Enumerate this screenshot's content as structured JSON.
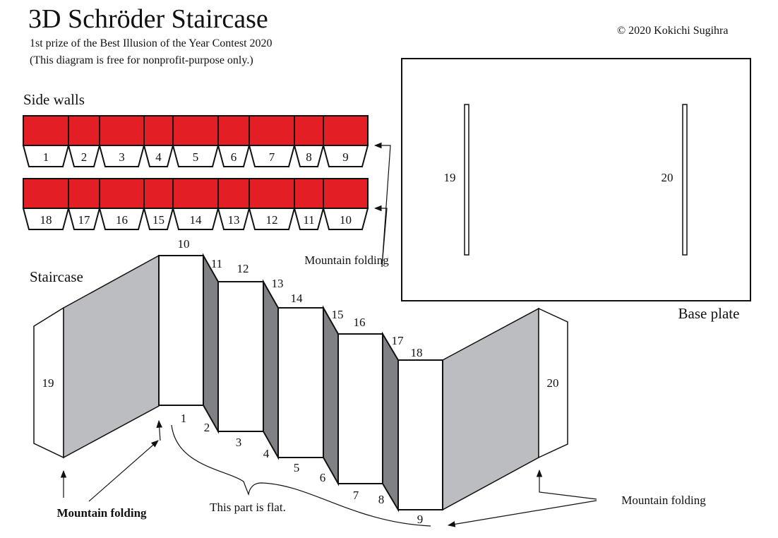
{
  "header": {
    "title": "3D Schröder Staircase",
    "subtitle": "1st prize of the Best Illusion of the Year Contest 2020",
    "note": "(This diagram is free for nonprofit-purpose only.)",
    "copyright": "© 2020 Kokichi Sugihra"
  },
  "side_walls": {
    "heading": "Side walls",
    "top_row_labels": [
      "1",
      "2",
      "3",
      "4",
      "5",
      "6",
      "7",
      "8",
      "9"
    ],
    "bottom_row_labels": [
      "18",
      "17",
      "16",
      "15",
      "14",
      "13",
      "12",
      "11",
      "10"
    ],
    "wall_color": "#e31e24",
    "fold_note": "Mountain folding"
  },
  "base_plate": {
    "caption": "Base plate",
    "slot_left_label": "19",
    "slot_right_label": "20"
  },
  "staircase": {
    "heading": "Staircase",
    "top_labels": [
      "10",
      "11",
      "12",
      "13",
      "14",
      "15",
      "16",
      "17",
      "18"
    ],
    "bottom_labels": [
      "1",
      "2",
      "3",
      "4",
      "5",
      "6",
      "7",
      "8",
      "9"
    ],
    "end_left_label": "19",
    "end_right_label": "20",
    "fold_note_left": "Mountain folding",
    "fold_note_right": "Mountain folding",
    "flat_note": "This part is flat.",
    "colors": {
      "wing": "#bcbdc0",
      "riser": "#808184",
      "tread": "#ffffff"
    }
  }
}
